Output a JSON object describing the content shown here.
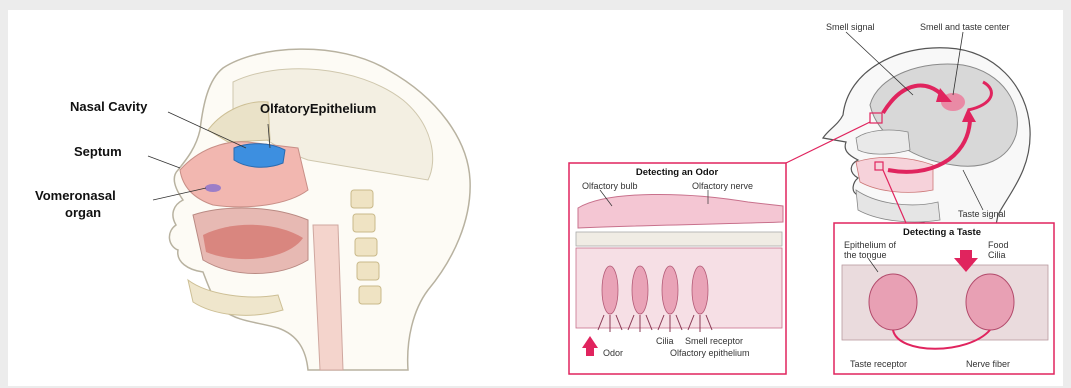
{
  "left_figure": {
    "labels": {
      "nasal_cavity": "Nasal Cavity",
      "olfactory_epithelium": "OlfatoryEpithelium",
      "septum": "Septum",
      "vomeronasal_1": "Vomeronasal",
      "vomeronasal_2": "organ"
    }
  },
  "right_figure": {
    "head_labels": {
      "smell_signal": "Smell signal",
      "smell_taste_center": "Smell and taste center",
      "taste_signal": "Taste signal"
    },
    "odor_panel": {
      "title": "Detecting an Odor",
      "olfactory_bulb": "Olfactory bulb",
      "olfactory_nerve": "Olfactory nerve",
      "cilia": "Cilia",
      "smell_receptor": "Smell receptor",
      "odor": "Odor",
      "olfactory_epithelium": "Olfactory epithelium"
    },
    "taste_panel": {
      "title": "Detecting a Taste",
      "epithelium_1": "Epithelium of",
      "epithelium_2": "the tongue",
      "food": "Food",
      "cilia": "Cilia",
      "taste_receptor": "Taste receptor",
      "nerve_fiber": "Nerve fiber"
    }
  },
  "colors": {
    "accent": "#e0245e",
    "panel_border": "#e0245e",
    "panel_bg": "#fbe3ea",
    "epithelium_blue": "#3d8fe0"
  }
}
